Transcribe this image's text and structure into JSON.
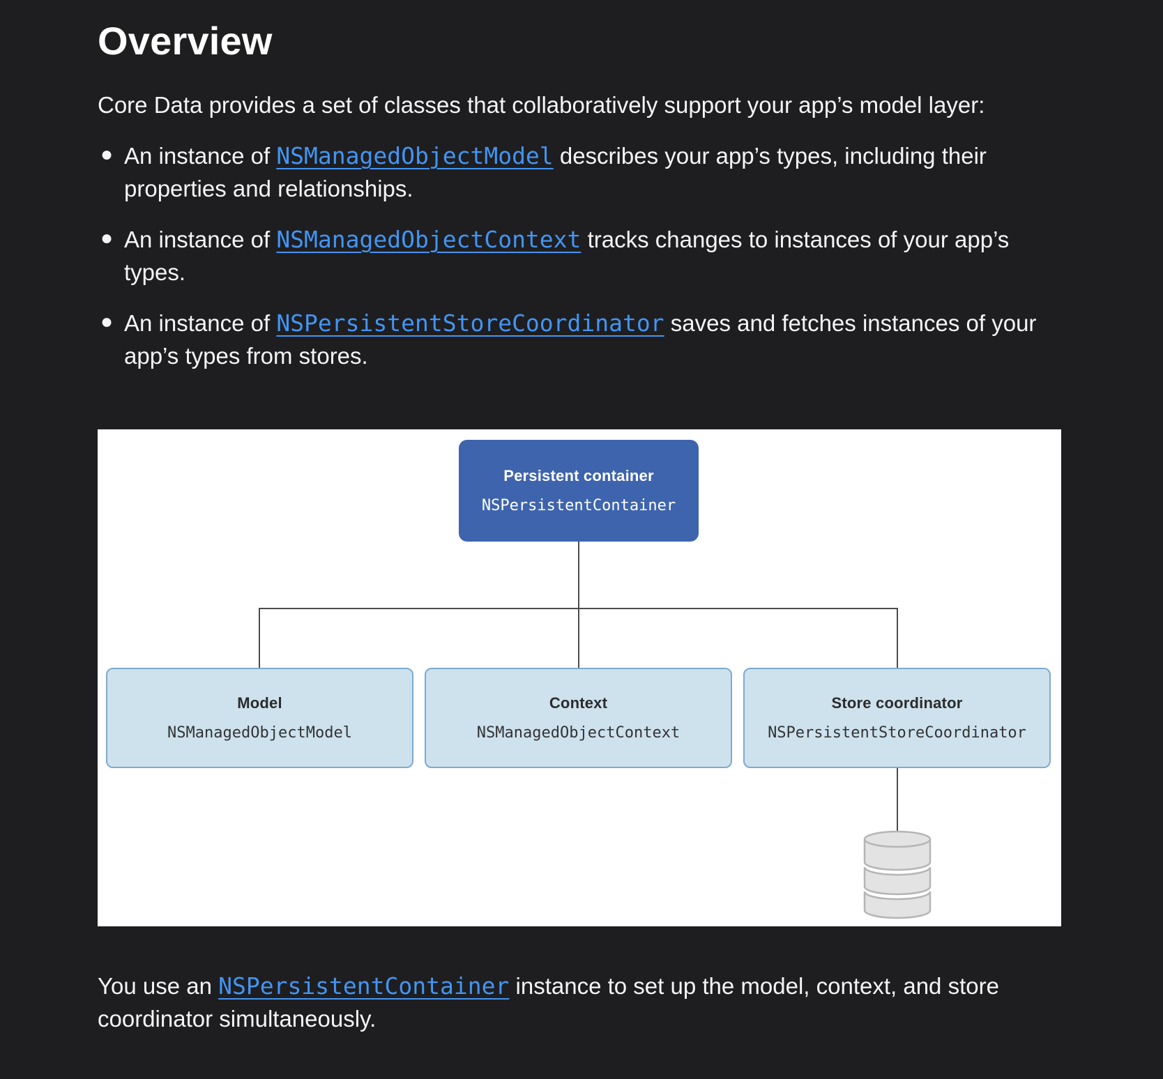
{
  "page": {
    "background_color": "#1e1e20",
    "text_color": "#f5f5f7",
    "link_color": "#4395f3"
  },
  "heading": "Overview",
  "intro": "Core Data provides a set of classes that collaboratively support your app’s model layer:",
  "bullets": [
    {
      "pre": "An instance of ",
      "link": "NSManagedObjectModel",
      "post": " describes your app’s types, including their properties and relationships."
    },
    {
      "pre": "An instance of ",
      "link": "NSManagedObjectContext",
      "post": " tracks changes to instances of your app’s types."
    },
    {
      "pre": "An instance of ",
      "link": "NSPersistentStoreCoordinator",
      "post": " saves and fetches instances of your app’s types from stores."
    }
  ],
  "diagram": {
    "panel_background": "#ffffff",
    "line_color": "#4b4b4e",
    "root": {
      "title": "Persistent container",
      "code": "NSPersistentContainer",
      "fill": "#3e64ae",
      "text_color": "#ffffff"
    },
    "children": [
      {
        "title": "Model",
        "code": "NSManagedObjectModel"
      },
      {
        "title": "Context",
        "code": "NSManagedObjectContext"
      },
      {
        "title": "Store coordinator",
        "code": "NSPersistentStoreCoordinator"
      }
    ],
    "child_fill": "#cde2ec",
    "child_border": "#7fa9cf",
    "child_text_color": "#2b2b2d",
    "store_icon": "database-cylinder-icon",
    "store_icon_fill": "#e3e3e3",
    "store_icon_stroke": "#b5b5b5"
  },
  "outro": {
    "pre": "You use an ",
    "link": "NSPersistentContainer",
    "post": " instance to set up the model, context, and store coordinator simultaneously."
  }
}
